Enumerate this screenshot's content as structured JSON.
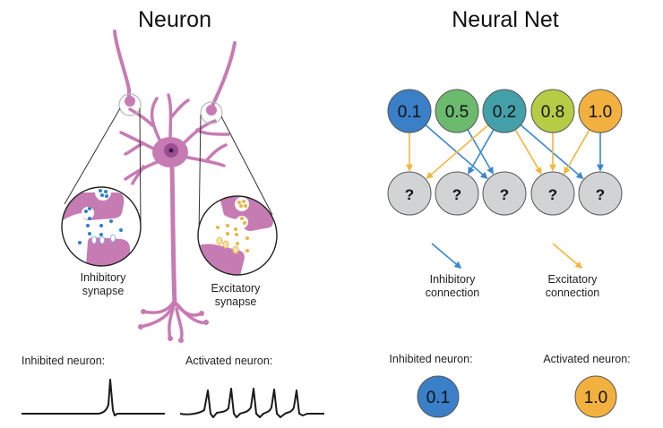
{
  "neuron_panel": {
    "title": "Neuron",
    "inhibitory_synapse_label": [
      "Inhibitory",
      "synapse"
    ],
    "excitatory_synapse_label": [
      "Excitatory",
      "synapse"
    ],
    "inhibited_trace_label": "Inhibited neuron:",
    "activated_trace_label": "Activated neuron:",
    "inhibited_spike_count": 1,
    "activated_spike_count": 5,
    "colors": {
      "neuron": "#c77bb3",
      "nucleus": "#9b4e92",
      "inhibitory_transmitter": "#2f7fcf",
      "excitatory_transmitter": "#f2b13e"
    }
  },
  "neural_net_panel": {
    "title": "Neural Net",
    "input_nodes": [
      {
        "value": "0.1",
        "color": "#3a7fc8"
      },
      {
        "value": "0.5",
        "color": "#6cba6e"
      },
      {
        "value": "0.2",
        "color": "#43a0a8"
      },
      {
        "value": "0.8",
        "color": "#b7cc45"
      },
      {
        "value": "1.0",
        "color": "#f2b13e"
      }
    ],
    "output_nodes": [
      {
        "value": "?",
        "color": "#d2d3d5"
      },
      {
        "value": "?",
        "color": "#d2d3d5"
      },
      {
        "value": "?",
        "color": "#d2d3d5"
      },
      {
        "value": "?",
        "color": "#d2d3d5"
      },
      {
        "value": "?",
        "color": "#d2d3d5"
      }
    ],
    "connections": [
      {
        "from": 0,
        "to": 0,
        "type": "excitatory"
      },
      {
        "from": 0,
        "to": 2,
        "type": "inhibitory"
      },
      {
        "from": 1,
        "to": 2,
        "type": "inhibitory"
      },
      {
        "from": 2,
        "to": 0,
        "type": "excitatory"
      },
      {
        "from": 2,
        "to": 1,
        "type": "inhibitory"
      },
      {
        "from": 2,
        "to": 3,
        "type": "excitatory"
      },
      {
        "from": 2,
        "to": 4,
        "type": "inhibitory"
      },
      {
        "from": 3,
        "to": 3,
        "type": "excitatory"
      },
      {
        "from": 4,
        "to": 3,
        "type": "excitatory"
      },
      {
        "from": 4,
        "to": 4,
        "type": "inhibitory"
      }
    ],
    "legend": {
      "inhibitory": [
        "Inhibitory",
        "connection"
      ],
      "excitatory": [
        "Excitatory",
        "connection"
      ]
    },
    "colors": {
      "inhibitory": "#3a87d0",
      "excitatory": "#f4b63f"
    },
    "examples": {
      "inhibited_label": "Inhibited neuron:",
      "inhibited_value": "0.1",
      "inhibited_color": "#3a7fc8",
      "activated_label": "Activated neuron:",
      "activated_value": "1.0",
      "activated_color": "#f2b13e"
    }
  }
}
